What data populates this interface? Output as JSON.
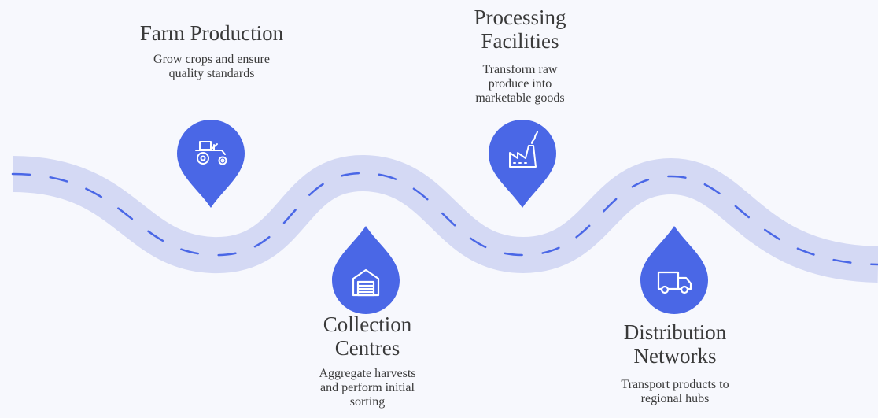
{
  "stages": [
    {
      "title": [
        "Farm Production"
      ],
      "description": [
        "Grow crops and ensure",
        "quality standards"
      ],
      "icon": "tractor-icon"
    },
    {
      "title": [
        "Collection",
        "Centres"
      ],
      "description": [
        "Aggregate harvests",
        "and perform initial",
        "sorting"
      ],
      "icon": "warehouse-icon"
    },
    {
      "title": [
        "Processing",
        "Facilities"
      ],
      "description": [
        "Transform raw",
        "produce into",
        "marketable goods"
      ],
      "icon": "factory-icon"
    },
    {
      "title": [
        "Distribution",
        "Networks"
      ],
      "description": [
        "Transport products to",
        "regional hubs"
      ],
      "icon": "truck-icon"
    }
  ],
  "colors": {
    "background": "#f7f8fd",
    "road": "#d4d9f4",
    "road_dash": "#4a67e6",
    "pin": "#4a67e6",
    "icon": "#ffffff",
    "text": "#3a3a3a"
  }
}
